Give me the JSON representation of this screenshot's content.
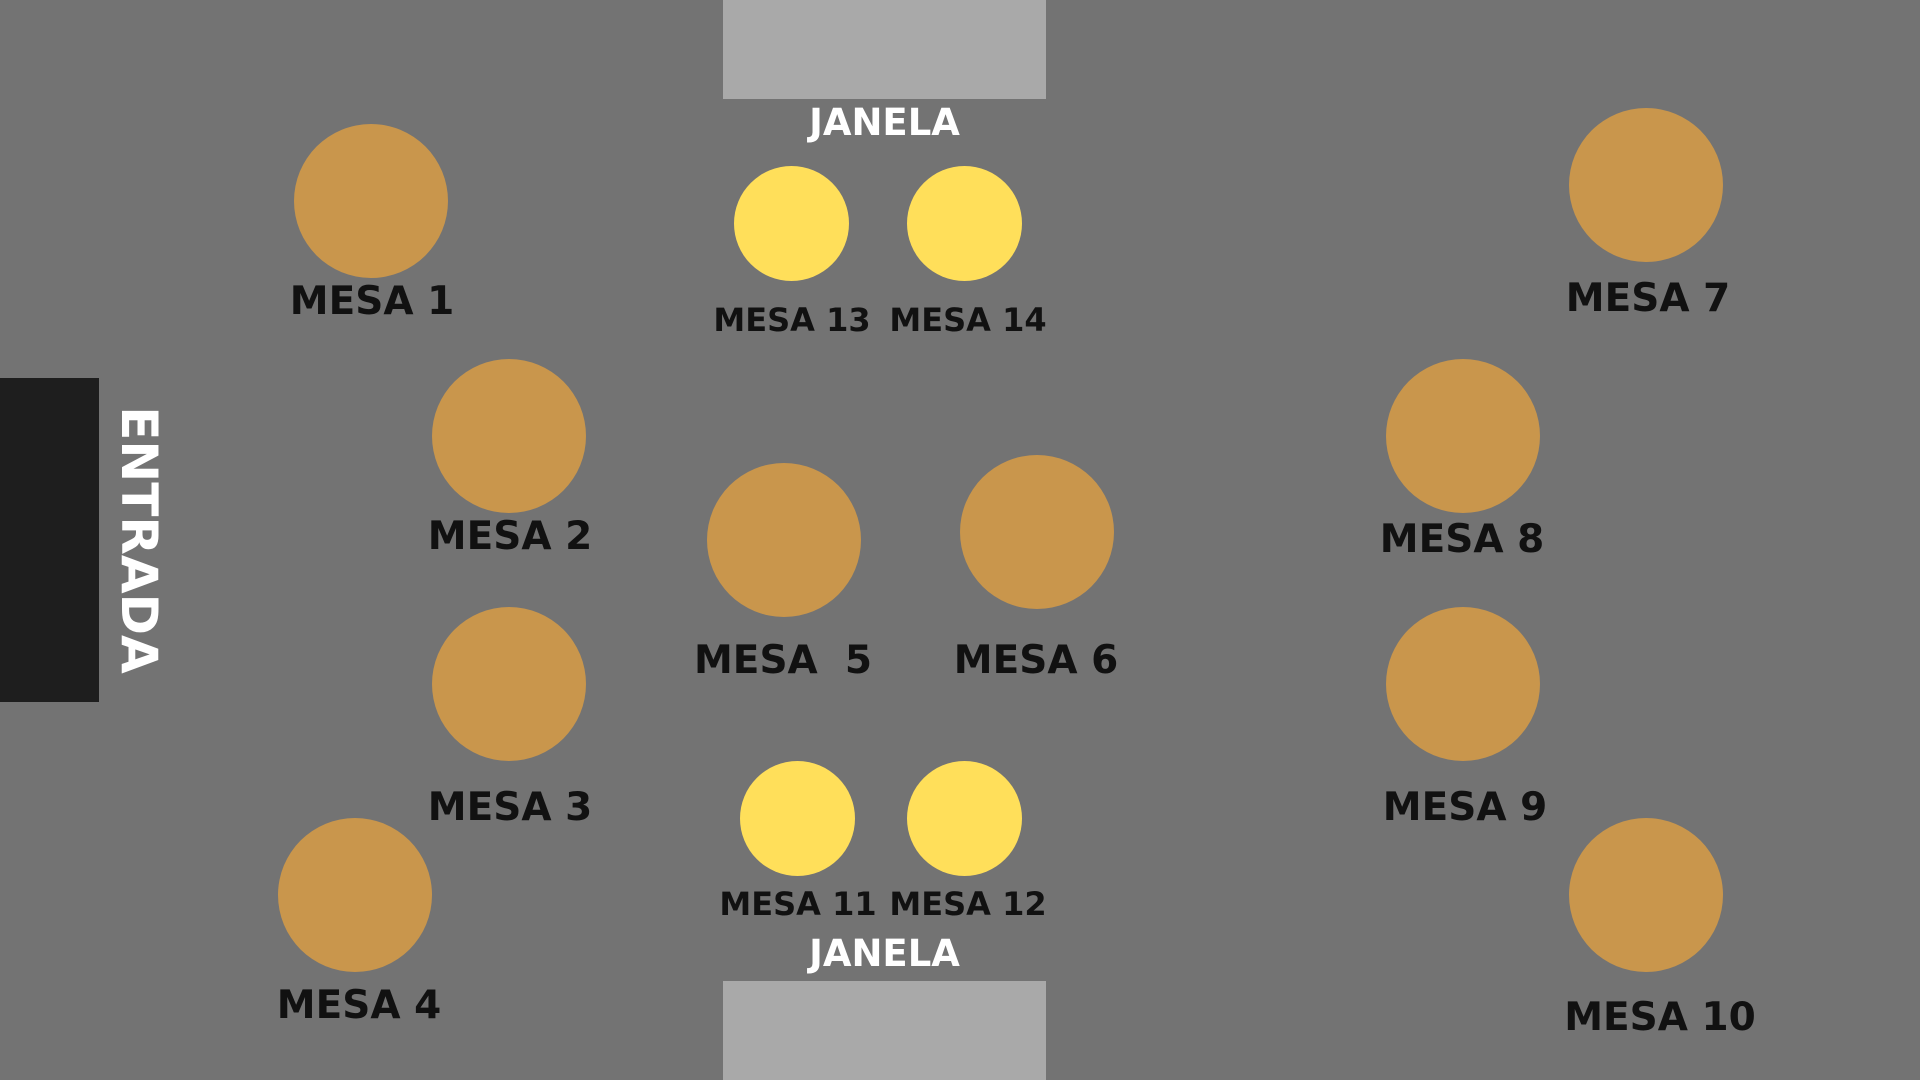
{
  "windows": {
    "top_label": "JANELA",
    "bottom_label": "JANELA"
  },
  "entrance": {
    "label": "ENTRADA"
  },
  "tables": {
    "mesa1": "MESA 1",
    "mesa2": "MESA 2",
    "mesa3": "MESA 3",
    "mesa4": "MESA 4",
    "mesa5": "MESA  5",
    "mesa6": "MESA 6",
    "mesa7": "MESA 7",
    "mesa8": "MESA 8",
    "mesa9": "MESA 9",
    "mesa10": "MESA 10",
    "mesa11": "MESA 11",
    "mesa12": "MESA 12",
    "mesa13": "MESA 13",
    "mesa14": "MESA 14"
  },
  "colors": {
    "floor": "#737373",
    "large_table": "#c9964c",
    "small_table": "#ffdf5a",
    "window": "#a9a9a9",
    "entrance": "#1e1e1e"
  }
}
